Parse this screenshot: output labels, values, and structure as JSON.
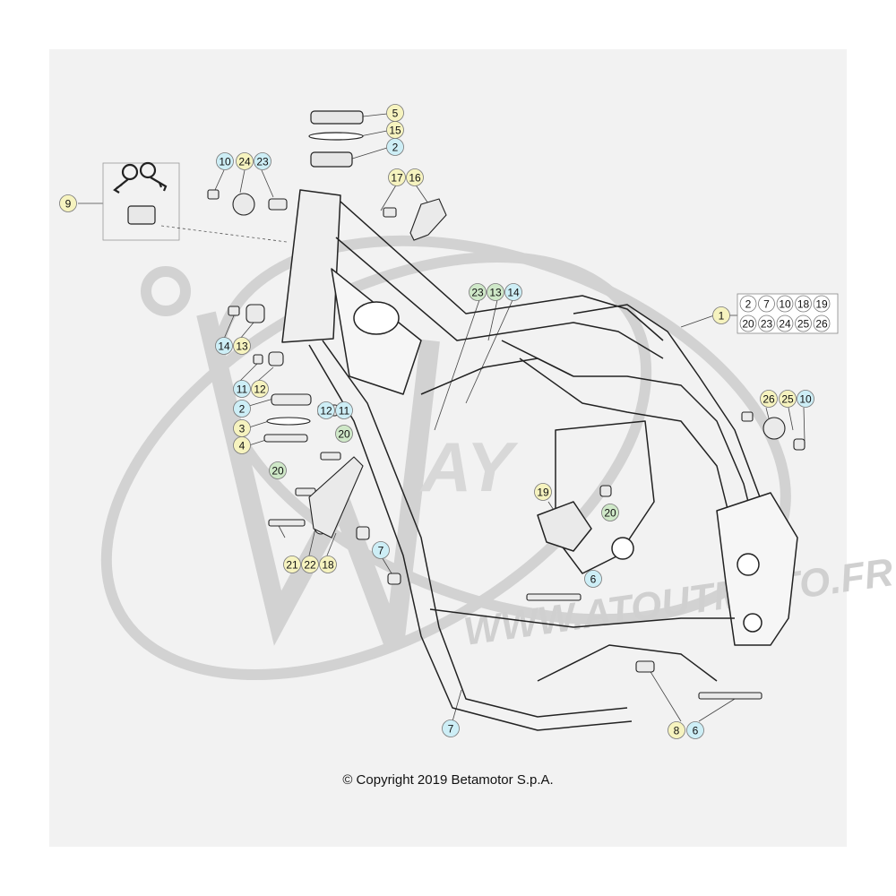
{
  "watermark": {
    "initials": "AY",
    "url": "WWW.ATOUTMOTO.FR"
  },
  "callouts": [
    {
      "id": "c1",
      "label": "5",
      "color": "yellow"
    },
    {
      "id": "c2",
      "label": "15",
      "color": "yellow"
    },
    {
      "id": "c3",
      "label": "2",
      "color": "blue"
    },
    {
      "id": "c4",
      "label": "10",
      "color": "blue"
    },
    {
      "id": "c5",
      "label": "24",
      "color": "yellow"
    },
    {
      "id": "c6",
      "label": "23",
      "color": "blue"
    },
    {
      "id": "c7",
      "label": "9",
      "color": "yellow"
    },
    {
      "id": "c8",
      "label": "17",
      "color": "yellow"
    },
    {
      "id": "c9",
      "label": "16",
      "color": "yellow"
    },
    {
      "id": "c10",
      "label": "23",
      "color": "green"
    },
    {
      "id": "c11",
      "label": "13",
      "color": "green"
    },
    {
      "id": "c12",
      "label": "14",
      "color": "blue"
    },
    {
      "id": "c13",
      "label": "1",
      "color": "yellow"
    },
    {
      "id": "c14",
      "label": "14",
      "color": "blue"
    },
    {
      "id": "c15",
      "label": "13",
      "color": "yellow"
    },
    {
      "id": "c16",
      "label": "11",
      "color": "blue"
    },
    {
      "id": "c17",
      "label": "12",
      "color": "yellow"
    },
    {
      "id": "c18",
      "label": "2",
      "color": "blue"
    },
    {
      "id": "c19",
      "label": "12",
      "color": "blue"
    },
    {
      "id": "c20",
      "label": "11",
      "color": "blue"
    },
    {
      "id": "c21",
      "label": "3",
      "color": "yellow"
    },
    {
      "id": "c22",
      "label": "4",
      "color": "yellow"
    },
    {
      "id": "c23",
      "label": "20",
      "color": "green"
    },
    {
      "id": "c24",
      "label": "20",
      "color": "green"
    },
    {
      "id": "c25",
      "label": "21",
      "color": "yellow"
    },
    {
      "id": "c26",
      "label": "22",
      "color": "yellow"
    },
    {
      "id": "c27",
      "label": "18",
      "color": "yellow"
    },
    {
      "id": "c28",
      "label": "7",
      "color": "blue"
    },
    {
      "id": "c29",
      "label": "19",
      "color": "yellow"
    },
    {
      "id": "c30",
      "label": "20",
      "color": "green"
    },
    {
      "id": "c31",
      "label": "6",
      "color": "blue"
    },
    {
      "id": "c32",
      "label": "26",
      "color": "yellow"
    },
    {
      "id": "c33",
      "label": "25",
      "color": "yellow"
    },
    {
      "id": "c34",
      "label": "10",
      "color": "blue"
    },
    {
      "id": "c35",
      "label": "7",
      "color": "blue"
    },
    {
      "id": "c36",
      "label": "8",
      "color": "yellow"
    },
    {
      "id": "c37",
      "label": "6",
      "color": "blue"
    }
  ],
  "kit_table": {
    "rows": [
      [
        "2",
        "7",
        "10",
        "18",
        "19"
      ],
      [
        "20",
        "23",
        "24",
        "25",
        "26"
      ]
    ]
  },
  "colors": {
    "yellow": "#f6f3bf",
    "blue": "#cdeef6",
    "green": "#cfe8c8",
    "line": "#333333",
    "panel": "#f2f2f2",
    "watermark": "#cfcfcf"
  },
  "copyright": "© Copyright 2019 Betamotor S.p.A."
}
